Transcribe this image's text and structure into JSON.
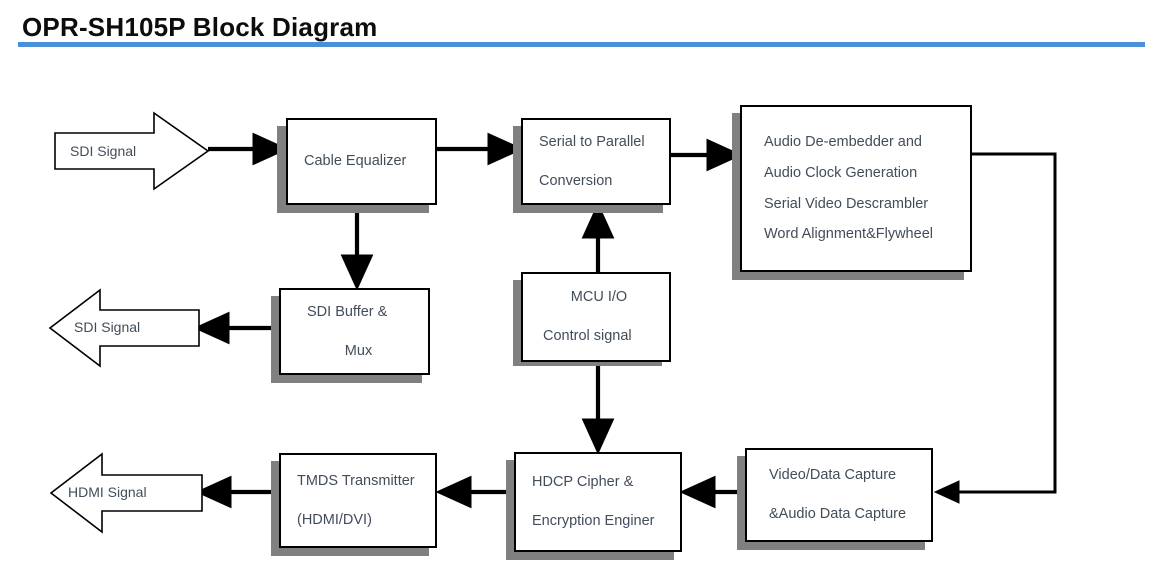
{
  "page": {
    "title": "OPR-SH105P Block Diagram",
    "accent_color": "#4a90d9",
    "text_color": "#424d5a",
    "line_color": "#000000",
    "shadow_color": "#808080"
  },
  "callouts": [
    {
      "id": "sdi-in",
      "label": "SDI Signal",
      "direction": "right"
    },
    {
      "id": "sdi-out",
      "label": "SDI Signal",
      "direction": "left"
    },
    {
      "id": "hdmi-out",
      "label": "HDMI Signal",
      "direction": "left"
    }
  ],
  "blocks": [
    {
      "id": "cable-equalizer",
      "lines": [
        "Cable Equalizer"
      ]
    },
    {
      "id": "serial-to-parallel",
      "lines": [
        "Serial to Parallel",
        "Conversion"
      ]
    },
    {
      "id": "audio-deembedder",
      "lines": [
        "Audio    De-embedder and",
        "Audio Clock Generation",
        "Serial Video Descrambler",
        "Word Alignment&Flywheel"
      ]
    },
    {
      "id": "sdi-buffer-mux",
      "lines": [
        "SDI Buffer &",
        "Mux"
      ]
    },
    {
      "id": "mcu-io",
      "lines": [
        "MCU I/O",
        "Control signal"
      ]
    },
    {
      "id": "tmds-transmitter",
      "lines": [
        "TMDS Transmitter",
        "(HDMI/DVI)"
      ]
    },
    {
      "id": "hdcp-cipher",
      "lines": [
        "HDCP Cipher &",
        "Encryption Enginer"
      ]
    },
    {
      "id": "video-data-capture",
      "lines": [
        "Video/Data Capture",
        "&Audio Data Capture"
      ]
    }
  ]
}
